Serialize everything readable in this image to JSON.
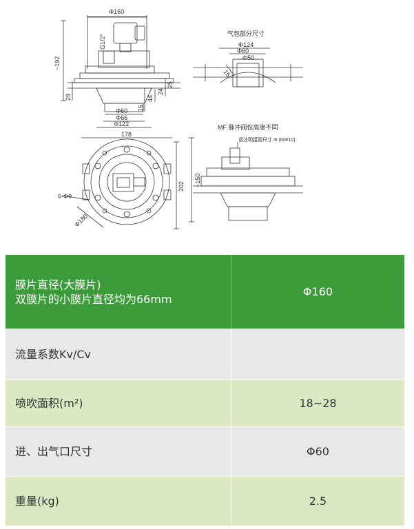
{
  "drawing": {
    "labels": {
      "d160": "Φ160",
      "g12": "G1/2\"",
      "h192": "~192",
      "h29": "29",
      "h44": "44",
      "h16": "16",
      "h24": "24",
      "h25": "25",
      "d60": "Φ60",
      "d66": "Φ66",
      "d122": "Φ122",
      "w178": "178",
      "h202": "202",
      "holes": "6-Φ9",
      "r180": "Φ180",
      "cap_gas": "气包部分尺寸",
      "d124": "Φ124",
      "d60b": "Φ60",
      "d50": "Φ50",
      "a15": "15",
      "cap_mf": "MF 脉冲阀仅高度不同",
      "cap_mf_sub": "请注明接管尺寸 Φ (6/8/10)",
      "h150": "~150"
    }
  },
  "table": {
    "rows": [
      {
        "label_lines": [
          "膜片直径(大膜片)",
          "双膜片的小膜片直径均为66mm"
        ],
        "value": "Φ160"
      },
      {
        "label_lines": [
          "流量系数Kv/Cv"
        ],
        "value": ""
      },
      {
        "label_lines": [
          "喷吹面积(m²)"
        ],
        "value": "18~28"
      },
      {
        "label_lines": [
          "进、出气口尺寸"
        ],
        "value": "Φ60"
      },
      {
        "label_lines": [
          "重量(kg)"
        ],
        "value": "2.5"
      }
    ]
  }
}
